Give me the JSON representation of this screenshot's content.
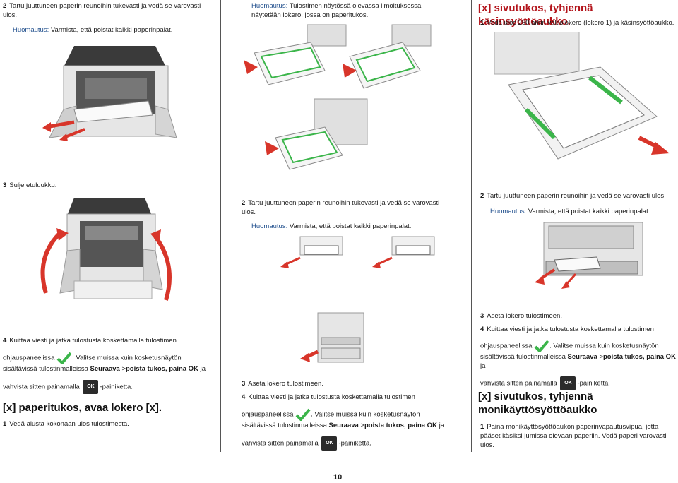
{
  "colors": {
    "heading_red": "#b3141b",
    "note_blue": "#1f4e8c",
    "arrow_red": "#d8352a",
    "guide_green": "#3bb54a"
  },
  "col1": {
    "step2_num": "2",
    "step2_text": "Tartu juuttuneen paperin reunoihin tukevasti ja vedä se varovasti ulos.",
    "step2_note_label": "Huomautus:",
    "step2_note_text": " Varmista, että poistat kaikki paperinpalat.",
    "step3_num": "3",
    "step3_text": "Sulje etuluukku.",
    "step4_num": "4",
    "step4_line1": "Kuittaa viesti ja jatka tulostusta koskettamalla tulostimen",
    "step4_line2a": "ohjauspaneelissa",
    "step4_line2b": ". Valitse muissa kuin kosketusnäytön",
    "step4_line3a": "sisältävissä tulostinmalleissa ",
    "step4_line3b": "Seuraava",
    "step4_line3c": " >",
    "step4_line3d": "poista tukos, paina OK",
    "step4_line3e": " ja",
    "step4_line4a": "vahvista sitten painamalla",
    "step4_line4b": "-painiketta.",
    "section_heading": "[x] paperitukos, avaa lokero [x].",
    "step1_num": "1",
    "step1_text": "Vedä alusta kokonaan ulos tulostimesta."
  },
  "col2": {
    "note_label": "Huomautus:",
    "note_text": " Tulostimen näytössä olevassa ilmoituksessa näytetään lokero, jossa on paperitukos.",
    "step2_num": "2",
    "step2_text": "Tartu juuttuneen paperin reunoihin tukevasti ja vedä se varovasti ulos.",
    "step2_note_label": "Huomautus:",
    "step2_note_text": " Varmista, että poistat kaikki paperinpalat.",
    "step3_num": "3",
    "step3_text": "Aseta lokero tulostimeen.",
    "step4_num": "4",
    "step4_line1": "Kuittaa viesti ja jatka tulostusta koskettamalla tulostimen",
    "step4_line2a": "ohjauspaneelissa",
    "step4_line2b": ". Valitse muissa kuin kosketusnäytön",
    "step4_line3a": "sisältävissä tulostinmalleissa ",
    "step4_line3b": "Seuraava",
    "step4_line3c": " >",
    "step4_line3d": "poista tukos, paina OK",
    "step4_line3e": " ja",
    "step4_line4a": "vahvista sitten painamalla",
    "step4_line4b": "-painiketta."
  },
  "col3": {
    "heading1": "[x] sivutukos, tyhjennä käsinsyöttöaukko.",
    "step1_num": "1",
    "step1_text": "Vedä ulos 250 arkin vakiolokero (lokero 1) ja käsinsyöttöaukko.",
    "step2_num": "2",
    "step2_text": "Tartu juuttuneen paperin reunoihin ja vedä se varovasti ulos.",
    "step2_note_label": "Huomautus:",
    "step2_note_text": " Varmista, että poistat kaikki paperinpalat.",
    "step3_num": "3",
    "step3_text": "Aseta lokero tulostimeen.",
    "step4_num": "4",
    "step4_line1": "Kuittaa viesti ja jatka tulostusta koskettamalla tulostimen",
    "step4_line2a": "ohjauspaneelissa",
    "step4_line2b": ". Valitse muissa kuin kosketusnäytön",
    "step4_line3a": "sisältävissä tulostinmalleissa ",
    "step4_line3b": "Seuraava",
    "step4_line3c": " >",
    "step4_line3d": "poista tukos, paina OK",
    "step4_line3e": " ja",
    "step4_line4a": "vahvista sitten painamalla",
    "step4_line4b": "-painiketta.",
    "heading2_line1": "[x] sivutukos, tyhjennä",
    "heading2_line2": "monikäyttösyöttöaukko",
    "step1b_num": "1",
    "step1b_text": "Paina monikäyttösyöttöaukon paperinvapautusvipua, jotta pääset käsiksi jumissa olevaan paperiin. Vedä paperi varovasti ulos."
  },
  "ok_label": "OK",
  "page_number": "10"
}
